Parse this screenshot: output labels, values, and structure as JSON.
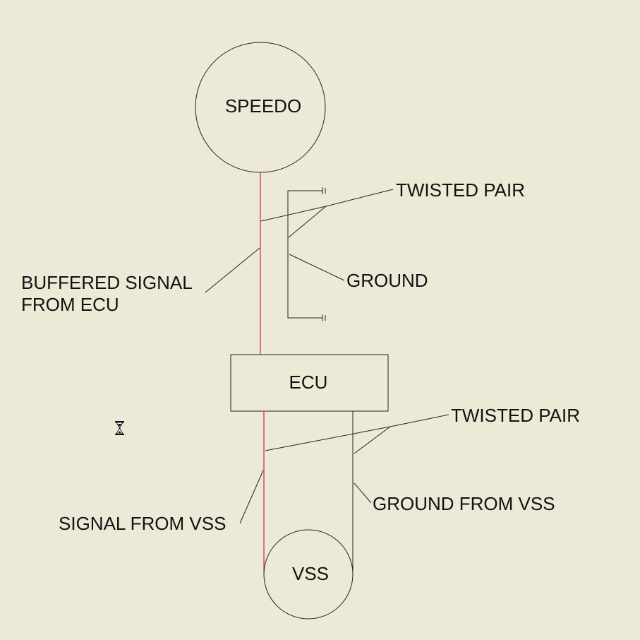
{
  "colors": {
    "background": "#ecead6",
    "line": "#222222",
    "signal_wire": "#d0306a"
  },
  "nodes": {
    "speedo": "SPEEDO",
    "ecu": "ECU",
    "vss": "VSS"
  },
  "labels": {
    "twisted_pair_top": "TWISTED PAIR",
    "ground_top": "GROUND",
    "buffered_signal_line1": "BUFFERED SIGNAL",
    "buffered_signal_line2": "FROM ECU",
    "twisted_pair_bottom": "TWISTED PAIR",
    "ground_from_vss": "GROUND FROM VSS",
    "signal_from_vss": "SIGNAL FROM VSS"
  },
  "icons": {
    "cursor": "hourglass-icon"
  }
}
